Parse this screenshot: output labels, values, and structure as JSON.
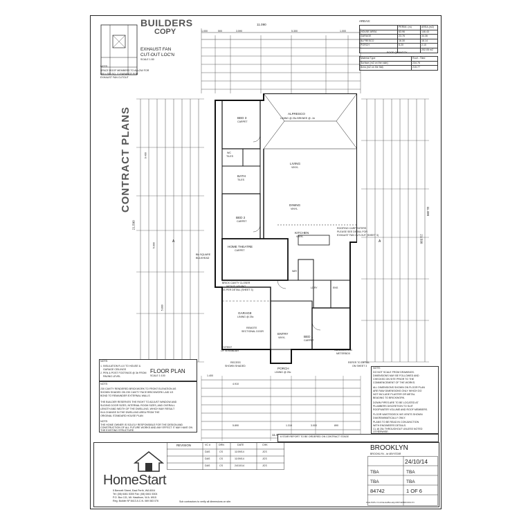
{
  "stamp": {
    "line1": "BUILDERS",
    "line2": "COPY"
  },
  "contract_plans": "CONTRACT PLANS",
  "exhaust_fan": {
    "title_line1": "EXHAUST FAN",
    "title_line2": "CUT-OUT LOC'N",
    "scale": "SCALE 1:50",
    "note_title": "NOTE:",
    "note_lines": [
      "SPACE ROOF MEMBERS TO ALLOW FOR",
      "500 x 500 SQ. CLEARANCE FOR",
      "EXHAUST FAN CUTOUT"
    ]
  },
  "areas": {
    "title": "AREAS:",
    "headers": [
      "",
      "PERIM. (m)",
      "AREA (m2)"
    ],
    "rows": [
      [
        "HOUSE AREA",
        "63.96",
        "146.43"
      ],
      [
        "GARAGE",
        "23.76",
        "34.36"
      ],
      [
        "ALFRESCO",
        "16.30",
        "16.14"
      ],
      [
        "PORCH",
        "6.20",
        "2.10"
      ],
      [
        "",
        "",
        "202.05 m2"
      ]
    ],
    "roof_title": "ROOF QUANTITY",
    "roof_rows": [
      [
        "Material Type",
        "Roof - Tiled"
      ],
      [
        "Surface (m2 on the rake)",
        "234.76"
      ],
      [
        "Area (m2 on the flat)",
        "215.77"
      ]
    ]
  },
  "dimensions": {
    "top_overall": "11.090",
    "top_segments": [
      "1.000",
      "500",
      "3.590",
      "5.300",
      "1.000"
    ],
    "bottom_overall": "11.090",
    "bottom_segments": [
      "1.400",
      "4.910",
      "5.890",
      "1.310",
      "3.000",
      "890"
    ],
    "right_overall": "21.590",
    "right_sub": "11.490",
    "left_overall": "21.590",
    "left_sub": [
      "9.400",
      "5.000",
      "5.890"
    ]
  },
  "rooms": {
    "alfresco": {
      "name": "ALFRESCO",
      "note": "LINING @ 25c  BRKNEE @ -1b"
    },
    "bed3": {
      "name": "BED 3",
      "floor": "CARPET"
    },
    "bed2": {
      "name": "BED 2",
      "floor": "CARPET"
    },
    "bath": {
      "name": "BATH",
      "floor": "TILES"
    },
    "wc": {
      "name": "WC",
      "floor": "TILES"
    },
    "living": {
      "name": "LIVING",
      "floor": "VINYL"
    },
    "dining": {
      "name": "DINING",
      "floor": "VINYL"
    },
    "kitchen": {
      "name": "KITCHEN",
      "floor": "VINYL"
    },
    "home_theatre": {
      "name": "HOME THEATRE",
      "floor": "CARPET"
    },
    "garage": {
      "name": "GARAGE",
      "note": "LINING @ 25c"
    },
    "entry": {
      "name": "ENTRY",
      "floor": "VINYL"
    },
    "bed1": {
      "name": "BED 1",
      "floor": "CARPET"
    },
    "wir": {
      "name": "WIR"
    },
    "ens": {
      "name": "ENS"
    },
    "porch": {
      "name": "PORCH",
      "note": "LINING @ 25c"
    },
    "laundry": {
      "name": "LDRY"
    }
  },
  "plan_notes": {
    "roofing": [
      "ROOFING CARPENTERS",
      "PLEASE SEE DETAIL FOR",
      "EXHAUST FAN CUT-OUT (SHEET 3)"
    ],
    "bulkhead": [
      "Blk SQUARE",
      "BULKHEAD"
    ],
    "brick_closer": [
      "BRICK CAVITY CLOSER",
      "WITH FLASHING",
      "AS PER DETAIL (SHEET 3)"
    ],
    "remote": [
      "REMOTE",
      "SECTIONAL DOOR"
    ],
    "meter": [
      "GAS/ELECTRIC",
      "METERBOX"
    ],
    "refer_detail": [
      "REFER TO DETAIL",
      "ON SHEET 3"
    ],
    "extent": [
      "EXTENT",
      "OF VERANDAH"
    ],
    "recess": [
      "RECESS",
      "SHOWN SHADED"
    ],
    "section_label": "A"
  },
  "notes_left": {
    "title": "NOTE:",
    "lines": [
      "1. INSULATION R-4.0 TO HOUSE &",
      "GARAGE CEILINGS",
      "2. PEN & POST FOOTINGS @ 3b FROM",
      "PAVING LEVEL"
    ]
  },
  "floor_plan": {
    "title": "FLOOR PLAN",
    "scale": "SCALE 1:100"
  },
  "notes_mid": {
    "title": "NOTE:",
    "lines": [
      "230 CAVITY RENDERED BRICKWORK TO FRONT ELEVATION AS",
      "SHOWN SHADED ON 230 CAVITY FACE BRICKWORK LAID 1/3",
      "BOND TO REMAINDER EXTERNAL WALLS",
      "THE BUILDER RESERVES THE RIGHT TO ADJUST WINDOW AND",
      "SLIDING DOOR SIZES, INTERNAL ROOM SIZES, AND OVERALL",
      "LENGTH AND WIDTH OF THE DWELLING, WHICH MAY RESULT",
      "IN A CHANGE IN THE DWELLING AREA FROM THE",
      "ORIGINAL STANDARD HOUSE PLAN"
    ],
    "owner_title": "NOTE:",
    "owner_lines": [
      "THE HOME OWNER IS SOLELY RESPONSIBLE FOR THE DESIGN AND",
      "CONSTRUCTION OF ALL FUTURE WORKS AND ANY EFFECT IT MAY HAVE ON",
      "THE EXISTING STRUCTURE."
    ]
  },
  "notes_right": {
    "title": "NOTE:",
    "lines": [
      "DO NOT SCALE FROM DRAWINGS.",
      "DIMENSIONS MAY BE FOLLOWED AND",
      "CHECKED ON SITE PRIOR TO THE",
      "COMMENCEMENT OF THE WORKS.",
      "ALL DIMENSIONS SHOWN ON FLOOR PLAN",
      "ARE RAW DIMENSIONS ONLY WHICH DO",
      "NOT INCLUDE PLASTER OR METAL",
      "BEADING TO BRICKWORK.",
      "DOWN PIPES ARE TO BE LOCATED AT",
      "PLUMBERS DISCRETION TO SUIT",
      "ROOFWATER VOLUME AND ROOF MEMBERS.",
      "FLOOR WASTE/DECK WS VENTS SHOWN",
      "DIAGRAMMATICALLY ONLY.",
      "PLANS TO BE READ IN CONJUNCTION",
      "WITH ENGINEERS DETAILS.",
      "CL @ 25c THROUGHOUT UNLESS NOTED",
      "OTHERWISE."
    ]
  },
  "star_report": "6 STAR REPORT TO BE ORDERED ON CONTRACT STAGE",
  "revision": {
    "header": [
      "REVISION",
      "VC #",
      "DRN",
      "DATE",
      "CHK"
    ],
    "rows": [
      [
        "",
        "DAS",
        "CS",
        "11/09/14",
        "JCS"
      ],
      [
        "",
        "DAS",
        "CS",
        "11/09/14",
        "JCS"
      ],
      [
        "",
        "DAS",
        "CS",
        "24/10/14",
        "JCS"
      ]
    ]
  },
  "company": {
    "name": "HomeStart",
    "address_lines": [
      "5 Bennett Street, East Perth, WA 6004",
      "Tel: (08) 6461 5300     Fax: (08) 6461 5304",
      "P.O. Box 131, Mt. Hawthorn, W.A. 6915",
      "Reg. Builder Nº 8413     A.C.N. 069 083 076"
    ],
    "dims_note": "Sub contractors to verify all dimensions on site."
  },
  "title_block": {
    "design": "BROOKLYN",
    "design_sub": "BROOKLYN - lvl                 4BY/STAR",
    "date": "24/10/14",
    "fields": [
      [
        "TBA",
        "TBA"
      ],
      [
        "TBA",
        "TBA"
      ]
    ],
    "job": "84742",
    "sheet": "1 OF 6"
  },
  "file_path": "FILE PATH: frm/Clients/Brooklyn/84742/BROOKLYN"
}
